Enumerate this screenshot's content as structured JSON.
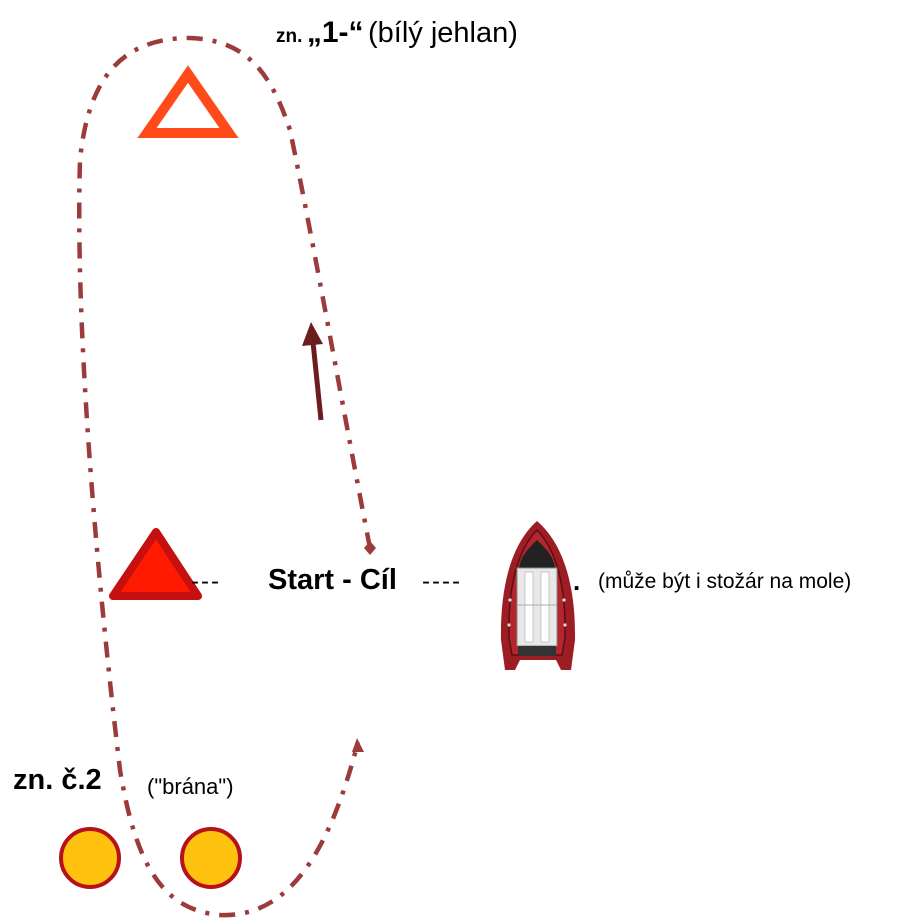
{
  "mark1": {
    "prefix": "zn.",
    "number": "„1-“",
    "description": "(bílý jehlan)"
  },
  "start_finish": {
    "label": "Start - Cíl",
    "dashes_left": "---",
    "dashes_right": "----",
    "dot": ".",
    "boat_note": "(může být i stožár na mole)"
  },
  "mark2": {
    "label": "zn. č.2",
    "description": "(\"brána\")"
  },
  "colors": {
    "course_line": "#9b3b3b",
    "arrow": "#6b1e1e",
    "mark1_triangle": "#ff4a1a",
    "start_triangle_fill": "#ff1a00",
    "start_triangle_stroke": "#c60f0f",
    "buoy_fill": "#ffc20e",
    "buoy_stroke": "#b5121b",
    "boat_hull": "#9c1d24",
    "boat_floor": "#e8e8e8"
  },
  "icons": [
    "pyramid-mark-icon",
    "start-triangle-icon",
    "inflatable-boat-icon",
    "buoy-icon",
    "direction-arrow-icon"
  ]
}
